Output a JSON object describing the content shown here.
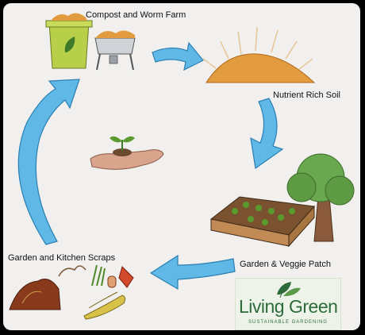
{
  "labels": {
    "compost": "Compost and Worm Farm",
    "soil": "Nutrient Rich Soil",
    "garden": "Garden & Veggie Patch",
    "scraps": "Garden and Kitchen Scraps"
  },
  "logo": {
    "name": "Living Green",
    "tagline": "SUSTAINABLE GARDENING"
  },
  "colors": {
    "arrow": "#5fb8e6",
    "arrow_edge": "#2a7fb2",
    "compost": "#e39b3f",
    "bucket": "#b8cf4a",
    "brand": "#2d6b3a"
  },
  "icons": [
    "compost-bucket-icon",
    "worm-farm-icon",
    "soil-pile-icon",
    "seedling-hand-icon",
    "tree-icon",
    "veggie-bed-icon",
    "scraps-pile-icon",
    "leaf-logo-icon"
  ]
}
